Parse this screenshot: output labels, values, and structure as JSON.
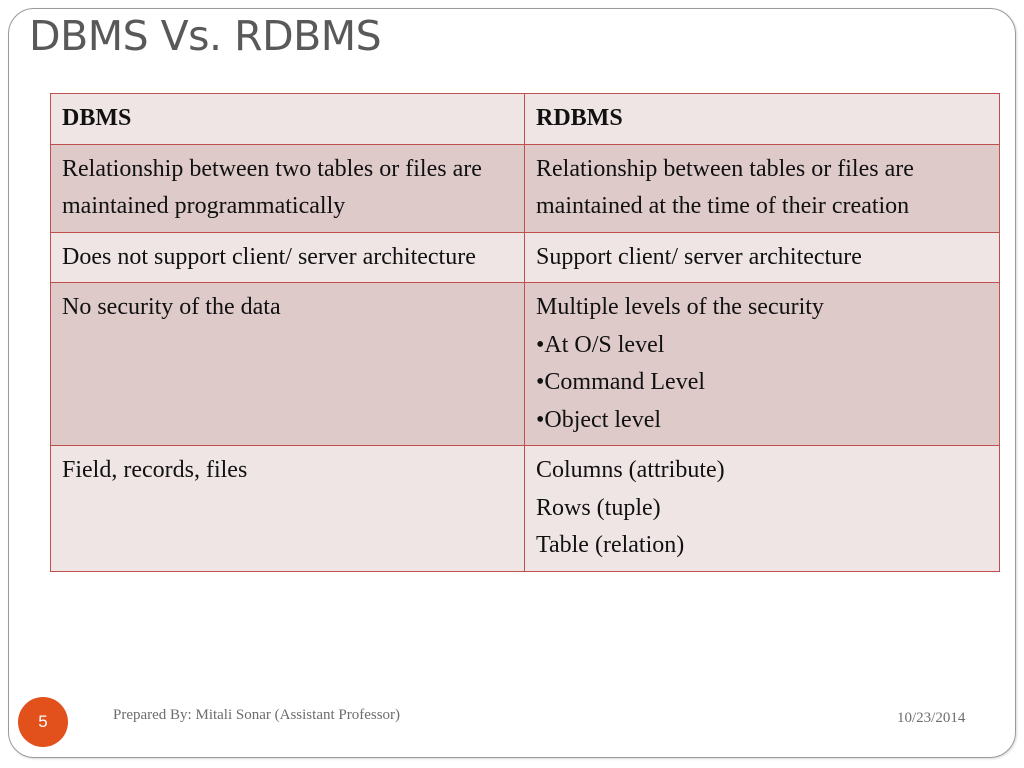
{
  "slide": {
    "title": "DBMS Vs. RDBMS"
  },
  "table": {
    "headers": [
      "DBMS",
      "RDBMS"
    ],
    "rows": [
      {
        "dbms": [
          "Relationship between two tables or files are maintained programmatically"
        ],
        "rdbms": [
          "Relationship between tables or files are maintained at the time of their creation"
        ]
      },
      {
        "dbms": [
          "Does not support client/ server architecture"
        ],
        "rdbms": [
          "Support client/ server architecture"
        ]
      },
      {
        "dbms": [
          "No security of the data"
        ],
        "rdbms": [
          "Multiple levels of the security",
          "•At O/S level",
          "•Command Level",
          "•Object level"
        ]
      },
      {
        "dbms": [
          "Field, records, files"
        ],
        "rdbms": [
          "Columns (attribute)",
          "Rows (tuple)",
          "Table (relation)"
        ]
      }
    ]
  },
  "footer": {
    "page_number": "5",
    "prepared_by": "Prepared By: Mitali Sonar (Assistant Professor)",
    "date": "10/23/2014"
  },
  "colors": {
    "border": "#c0504d",
    "row_light": "#efe5e5",
    "row_dark": "#dfcaca",
    "badge": "#e2511b",
    "title": "#595959"
  }
}
